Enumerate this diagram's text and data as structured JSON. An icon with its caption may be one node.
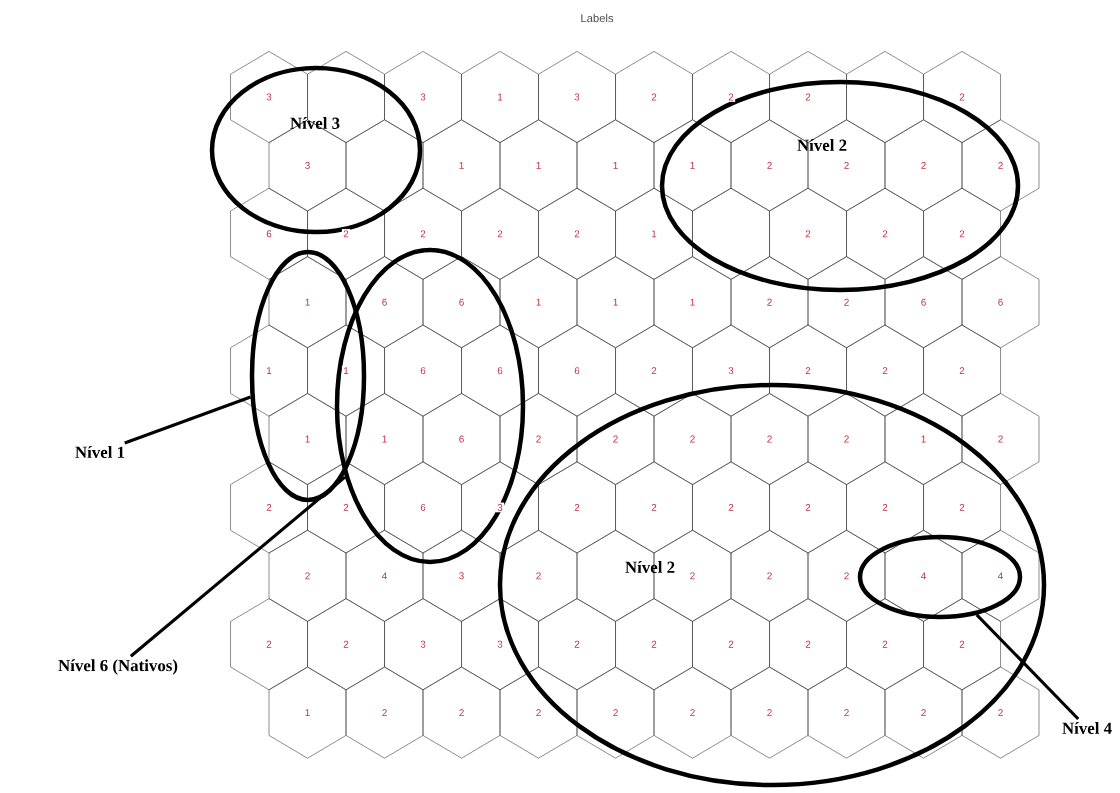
{
  "diagram": {
    "title": "Labels",
    "nodes": [
      {
        "text": [
          "Nível 3"
        ]
      },
      {
        "text": [
          "Nível 2"
        ]
      },
      {
        "text": [
          "Nível 2"
        ]
      },
      {
        "text": [
          "Nível 1"
        ]
      },
      {
        "text": [],
        "shape": "ellipse"
      },
      {
        "text": [
          "Nível 6 (Nativos)"
        ]
      },
      {
        "text": [],
        "shape": "ellipse"
      },
      {
        "text": [],
        "shape": "ellipse",
        "in": 2
      },
      {
        "text": [
          "Nível 4"
        ]
      }
    ],
    "edges": [
      {
        "from": 3,
        "to": 4,
        "arrow": "none"
      },
      {
        "from": 5,
        "to": 6,
        "arrow": "none"
      },
      {
        "from": 8,
        "to": 7,
        "arrow": "none"
      }
    ],
    "labels": [
      "3",
      "3",
      "1",
      "3",
      "2",
      "2",
      "2",
      "2",
      "3",
      "1",
      "1",
      "1",
      "1",
      "2",
      "2",
      "2",
      "2",
      "6",
      "2",
      "2",
      "2",
      "2",
      "1",
      "2",
      "2",
      "2",
      "1",
      "6",
      "6",
      "1",
      "1",
      "1",
      "2",
      "2",
      "6",
      "6",
      "1",
      "1",
      "6",
      "6",
      "6",
      "2",
      "3",
      "2",
      "2",
      "2",
      "1",
      "1",
      "6",
      "2",
      "2",
      "2",
      "2",
      "2",
      "1",
      "2",
      "2",
      "2",
      "6",
      "3",
      "2",
      "2",
      "2",
      "2",
      "2",
      "2",
      "2",
      "4",
      "3",
      "2",
      "2",
      "2",
      "2",
      "4",
      "4",
      "2",
      "2",
      "3",
      "3",
      "2",
      "2",
      "2",
      "2",
      "2",
      "2",
      "1",
      "2",
      "2",
      "2",
      "2",
      "2",
      "2",
      "2",
      "2",
      "2"
    ]
  }
}
